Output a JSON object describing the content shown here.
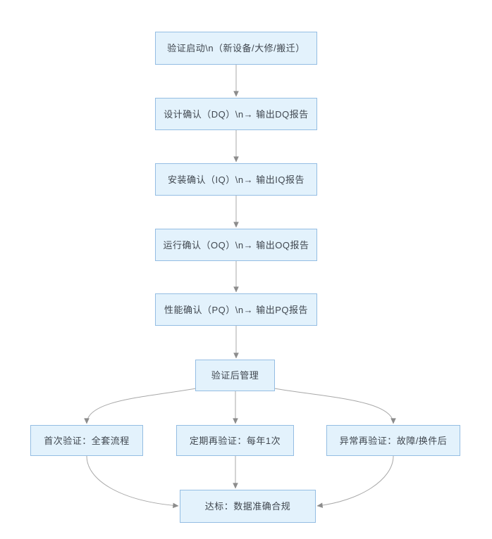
{
  "diagram": {
    "type": "flowchart",
    "colors": {
      "node_fill": "#e3f2fc",
      "node_border": "#94bde3",
      "text": "#40474f",
      "line": "#a8a8a8",
      "arrowhead": "#8c8c8c",
      "background": "#ffffff"
    }
  },
  "nodes": {
    "start": {
      "label": "验证启动\\n（新设备/大修/搬迁）"
    },
    "dq": {
      "label": "设计确认（DQ）\\n→ 输出DQ报告"
    },
    "iq": {
      "label": "安装确认（IQ）\\n→ 输出IQ报告"
    },
    "oq": {
      "label": "运行确认（OQ）\\n→ 输出OQ报告"
    },
    "pq": {
      "label": "性能确认（PQ）\\n→ 输出PQ报告"
    },
    "post": {
      "label": "验证后管理"
    },
    "first": {
      "label": "首次验证：全套流程"
    },
    "periodic": {
      "label": "定期再验证：每年1次"
    },
    "abnormal": {
      "label": "异常再验证：故障/换件后"
    },
    "goal": {
      "label": "达标：数据准确合规"
    }
  }
}
